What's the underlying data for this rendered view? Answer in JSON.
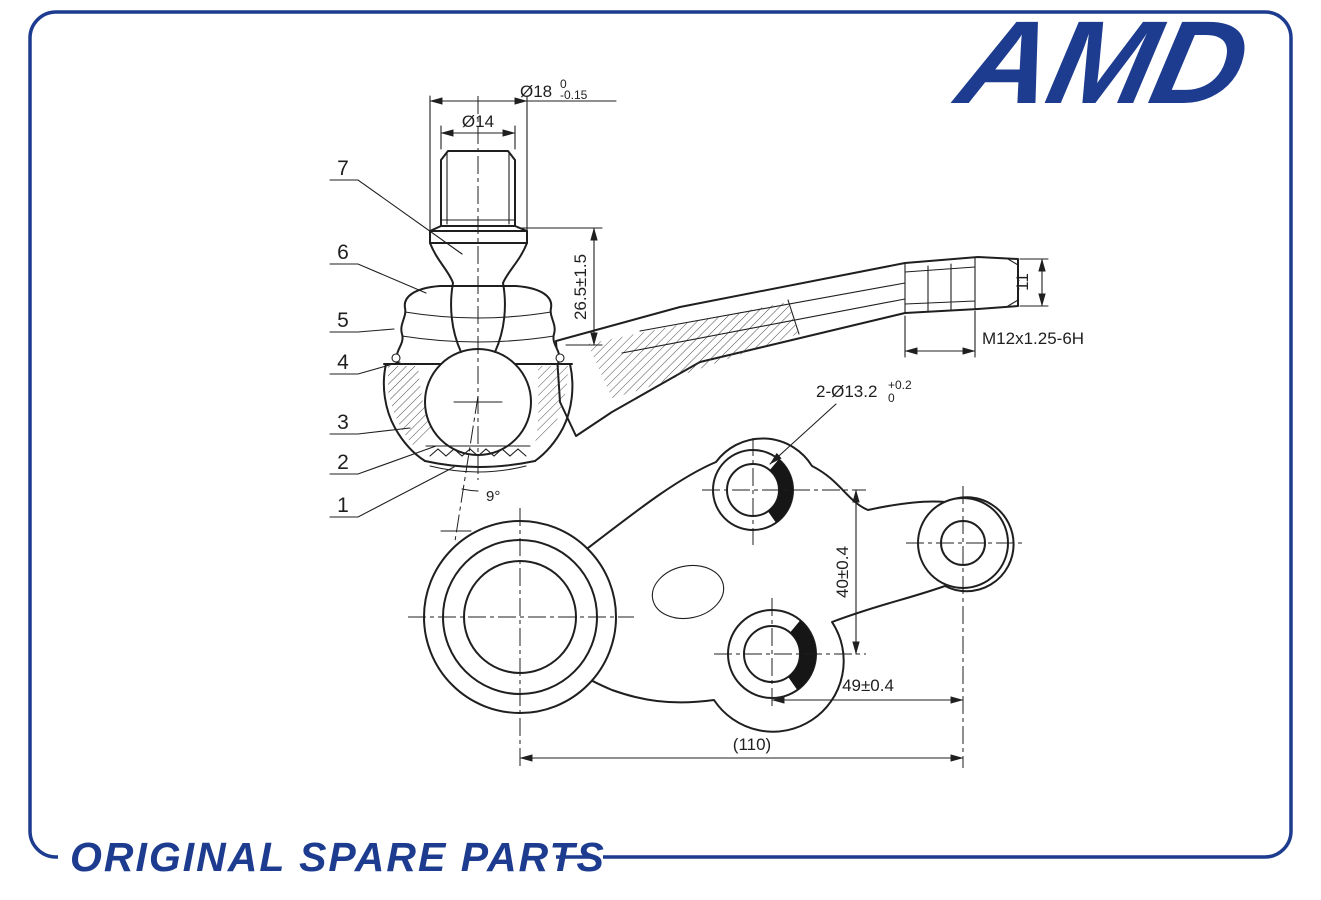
{
  "brand": {
    "logo_text": "AMD",
    "footer_text": "ORIGINAL SPARE PARTS"
  },
  "colors": {
    "accent_blue": "#1d3c8f",
    "line_dark": "#1f1f1f"
  },
  "callouts": [
    "7",
    "6",
    "5",
    "4",
    "3",
    "2",
    "1"
  ],
  "dims": {
    "dia18": "Ø18",
    "dia18_tol_upper": "0",
    "dia18_tol_lower": "-0.15",
    "dia14": "Ø14",
    "stud_height": "26.5±1.5",
    "tip_len": "11",
    "thread_spec": "M12x1.25-6H",
    "holes": "2-Ø13.2",
    "holes_tol_upper": "+0.2",
    "holes_tol_lower": "0",
    "hole_spacing_v": "40±0.4",
    "hole_spacing_h": "49±0.4",
    "overall": "(110)",
    "taper_angle": "9°"
  }
}
